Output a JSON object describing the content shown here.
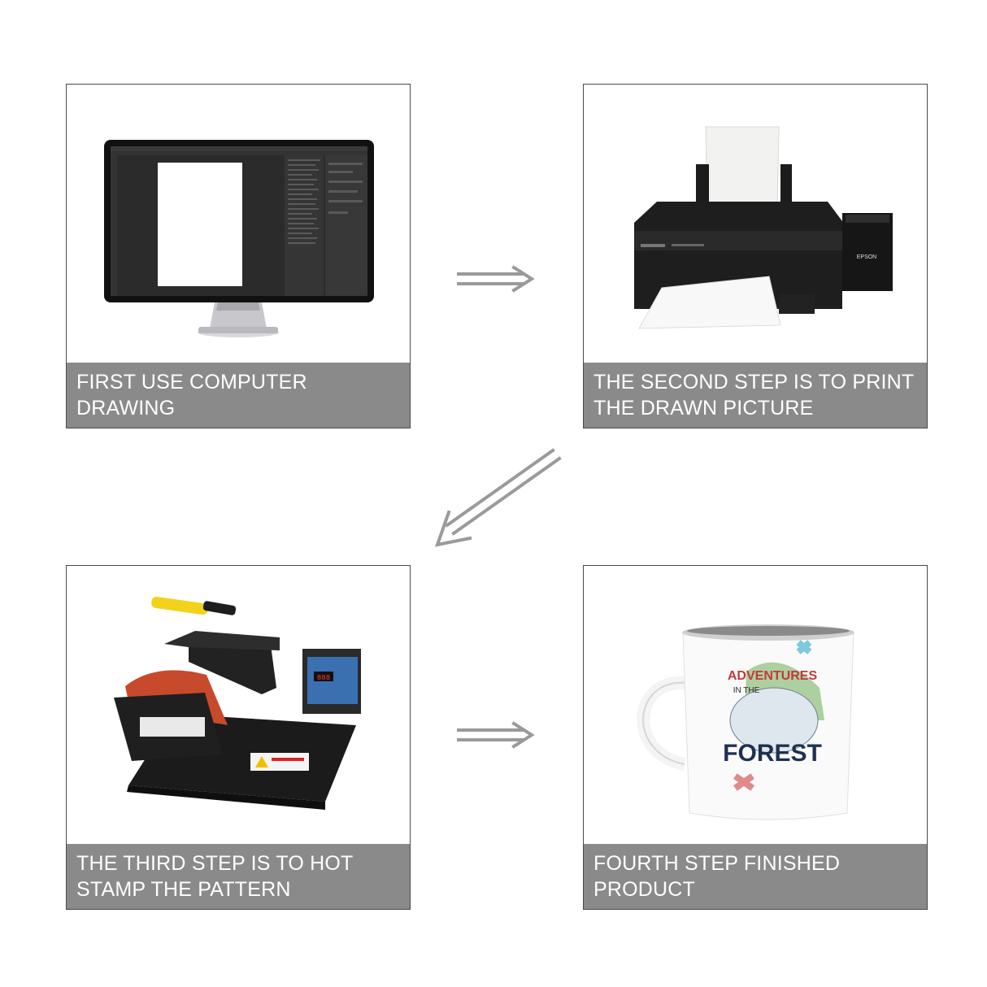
{
  "steps": [
    {
      "id": "computer",
      "caption": "FIRST USE COMPUTER DRAWING",
      "icon": "monitor-icon"
    },
    {
      "id": "printer",
      "caption_line1": "THE SECOND STEP IS TO PRINT",
      "caption_line2": "THE DRAWN PICTURE",
      "icon": "printer-icon",
      "printer_brand": "EPSON"
    },
    {
      "id": "press",
      "caption_line1": "THE THIRD STEP IS TO HOT",
      "caption_line2": "STAMP THE PATTERN",
      "icon": "heat-press-icon"
    },
    {
      "id": "mug",
      "caption": "FOURTH STEP FINISHED PRODUCT",
      "icon": "mug-icon",
      "mug_text_top": "ADVENTURES",
      "mug_text_mid": "IN THE",
      "mug_text_bottom": "FOREST"
    }
  ],
  "colors": {
    "caption_bg": "#8a8a8a",
    "caption_text": "#ffffff",
    "arrow": "#9a9a9a",
    "border": "#4a4a4a"
  }
}
